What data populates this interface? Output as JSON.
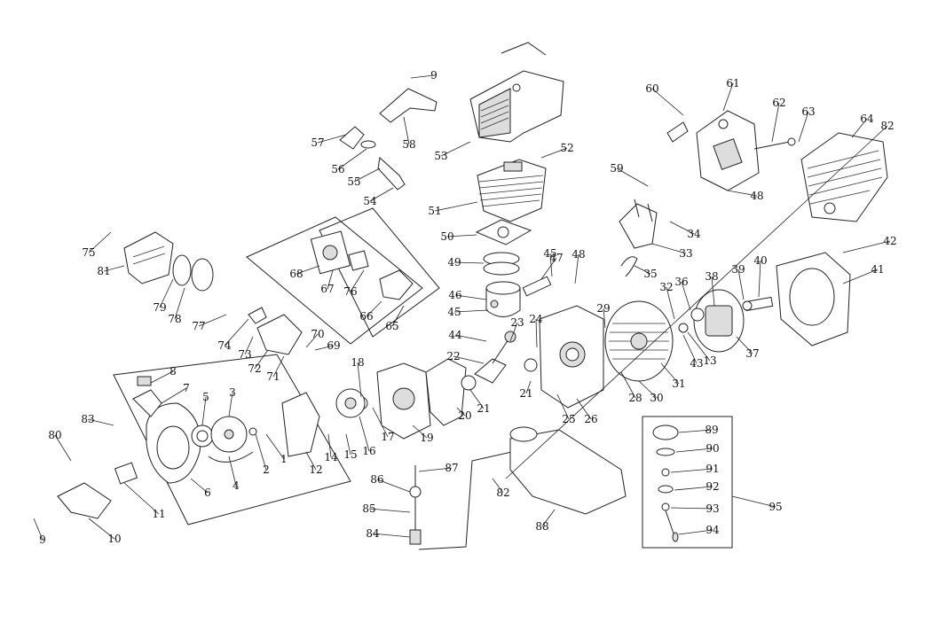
{
  "diagram": {
    "labels": [
      "1",
      "2",
      "3",
      "4",
      "5",
      "6",
      "7",
      "8",
      "9",
      "10",
      "11",
      "12",
      "13",
      "14",
      "15",
      "16",
      "17",
      "18",
      "19",
      "20",
      "21",
      "22",
      "23",
      "24",
      "25",
      "26",
      "28",
      "29",
      "30",
      "31",
      "32",
      "33",
      "34",
      "35",
      "36",
      "37",
      "38",
      "39",
      "40",
      "41",
      "42",
      "43",
      "44",
      "45",
      "46",
      "47",
      "48",
      "49",
      "50",
      "51",
      "52",
      "53",
      "54",
      "55",
      "56",
      "57",
      "58",
      "59",
      "60",
      "61",
      "62",
      "63",
      "64",
      "65",
      "66",
      "67",
      "68",
      "69",
      "70",
      "71",
      "72",
      "73",
      "74",
      "75",
      "76",
      "77",
      "78",
      "79",
      "80",
      "81",
      "82",
      "83",
      "84",
      "85",
      "86",
      "87",
      "88",
      "89",
      "90",
      "91",
      "92",
      "93",
      "94",
      "95"
    ]
  }
}
